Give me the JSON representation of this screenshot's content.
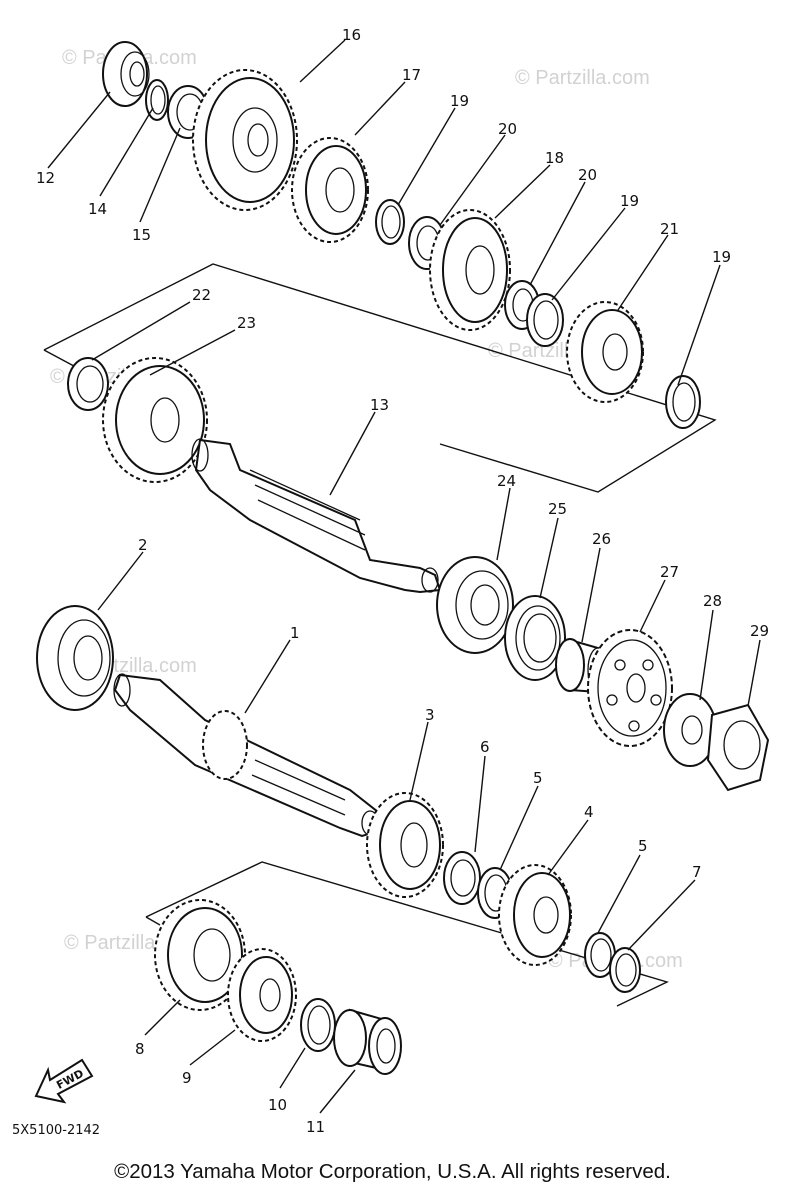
{
  "diagram": {
    "part_numbers": {
      "p1": "1",
      "p2": "2",
      "p3": "3",
      "p4": "4",
      "p5a": "5",
      "p5b": "5",
      "p6": "6",
      "p7": "7",
      "p8": "8",
      "p9": "9",
      "p10": "10",
      "p11": "11",
      "p12": "12",
      "p13": "13",
      "p14": "14",
      "p15": "15",
      "p16": "16",
      "p17": "17",
      "p18": "18",
      "p19a": "19",
      "p19b": "19",
      "p19c": "19",
      "p20a": "20",
      "p20b": "20",
      "p21": "21",
      "p22": "22",
      "p23": "23",
      "p24": "24",
      "p25": "25",
      "p26": "26",
      "p27": "27",
      "p28": "28",
      "p29": "29"
    },
    "watermark": "© Partzilla.com",
    "diagram_code": "5X5100-2142",
    "fwd_label": "FWD"
  },
  "footer": {
    "copyright": "©2013 Yamaha Motor Corporation, U.S.A. All rights reserved."
  }
}
